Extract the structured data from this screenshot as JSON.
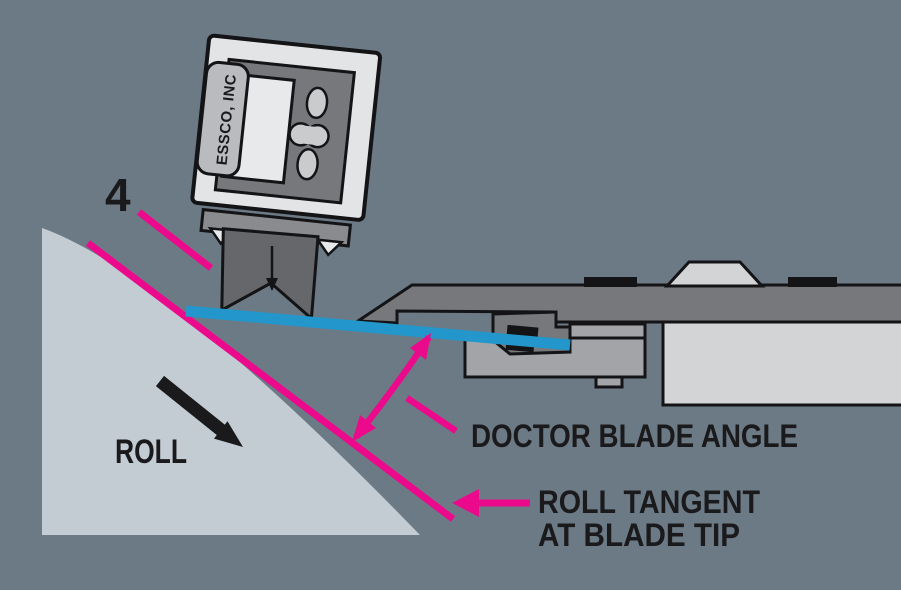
{
  "diagram": {
    "title": "Doctor blade angle measurement diagram",
    "labels": {
      "gauge_brand": "ESSCO, INC",
      "blade_setting_mark": "4",
      "roll": "ROLL",
      "angle_callout": "DOCTOR BLADE ANGLE",
      "tangent_callout_line1": "ROLL TANGENT",
      "tangent_callout_line2": "AT BLADE TIP"
    },
    "colors": {
      "background": "#6C7A86",
      "roll_fill": "#C3CBD3",
      "blade_blue": "#2397CB",
      "callout_pink": "#EC0A8C",
      "outline_black": "#141416",
      "gauge_body": "#E3E4E6",
      "gauge_panel": "#77787B",
      "gauge_tab": "#B9BBBE",
      "gauge_button": "#C9CBCD",
      "gauge_neck": "#8A8B8E",
      "gauge_foot": "#66676A",
      "holder_bar": "#77787B",
      "holder_block": "#A2A4A7",
      "mount_block": "#D2D4D6"
    },
    "icons": {
      "roll_direction_arrow": "solid black arrow pointing down-right",
      "tangent_pointer_arrow": "pink arrow pointing left",
      "angle_arc_arrow": "pink double-headed curved arrow",
      "gauge_pointer": "small black down arrow in gauge foot notch"
    }
  }
}
